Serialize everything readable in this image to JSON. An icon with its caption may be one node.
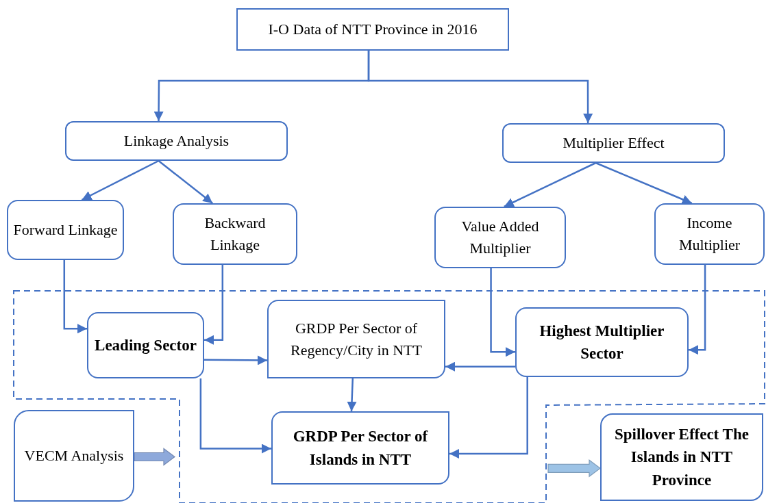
{
  "diagram": {
    "nodes": [
      {
        "text": [
          "I-O Data of NTT Province in 2016"
        ]
      },
      {
        "text": [
          "Linkage Analysis"
        ]
      },
      {
        "text": [
          "Multiplier Effect"
        ]
      },
      {
        "text": [
          "Forward Linkage"
        ]
      },
      {
        "text": [
          "Backward Linkage"
        ]
      },
      {
        "text": [
          "Value Added Multiplier"
        ]
      },
      {
        "text": [
          "Income Multiplier"
        ]
      },
      {
        "text": [
          "Leading Sector"
        ]
      },
      {
        "text": [
          "GRDP Per Sector of Regency/City in NTT"
        ]
      },
      {
        "text": [
          "Highest Multiplier Sector"
        ]
      },
      {
        "text": [
          "VECM Analysis"
        ]
      },
      {
        "text": [
          "GRDP Per Sector of Islands in NTT"
        ]
      },
      {
        "text": [
          "Spillover Effect The Islands in NTT Province"
        ]
      }
    ],
    "edges": [
      {
        "from": 0,
        "to": 1,
        "arrow": "to"
      },
      {
        "from": 0,
        "to": 2,
        "arrow": "to"
      },
      {
        "from": 1,
        "to": 3,
        "arrow": "to"
      },
      {
        "from": 1,
        "to": 4,
        "arrow": "to"
      },
      {
        "from": 2,
        "to": 5,
        "arrow": "to"
      },
      {
        "from": 2,
        "to": 6,
        "arrow": "to"
      },
      {
        "from": 3,
        "to": 7,
        "arrow": "to"
      },
      {
        "from": 4,
        "to": 7,
        "arrow": "to"
      },
      {
        "from": 5,
        "to": 9,
        "arrow": "to"
      },
      {
        "from": 6,
        "to": 9,
        "arrow": "to"
      },
      {
        "from": 7,
        "to": 8,
        "arrow": "to"
      },
      {
        "from": 9,
        "to": 8,
        "arrow": "to"
      },
      {
        "from": 8,
        "to": 11,
        "arrow": "to"
      },
      {
        "from": 7,
        "to": 11,
        "arrow": "to"
      },
      {
        "from": 9,
        "to": 11,
        "arrow": "to"
      },
      {
        "from": 10,
        "to": null,
        "arrow": "to",
        "style": "thick",
        "color": "#8ea9db"
      },
      {
        "from": null,
        "to": 12,
        "arrow": "to",
        "style": "thick",
        "color": "#9dc3e6"
      }
    ]
  }
}
